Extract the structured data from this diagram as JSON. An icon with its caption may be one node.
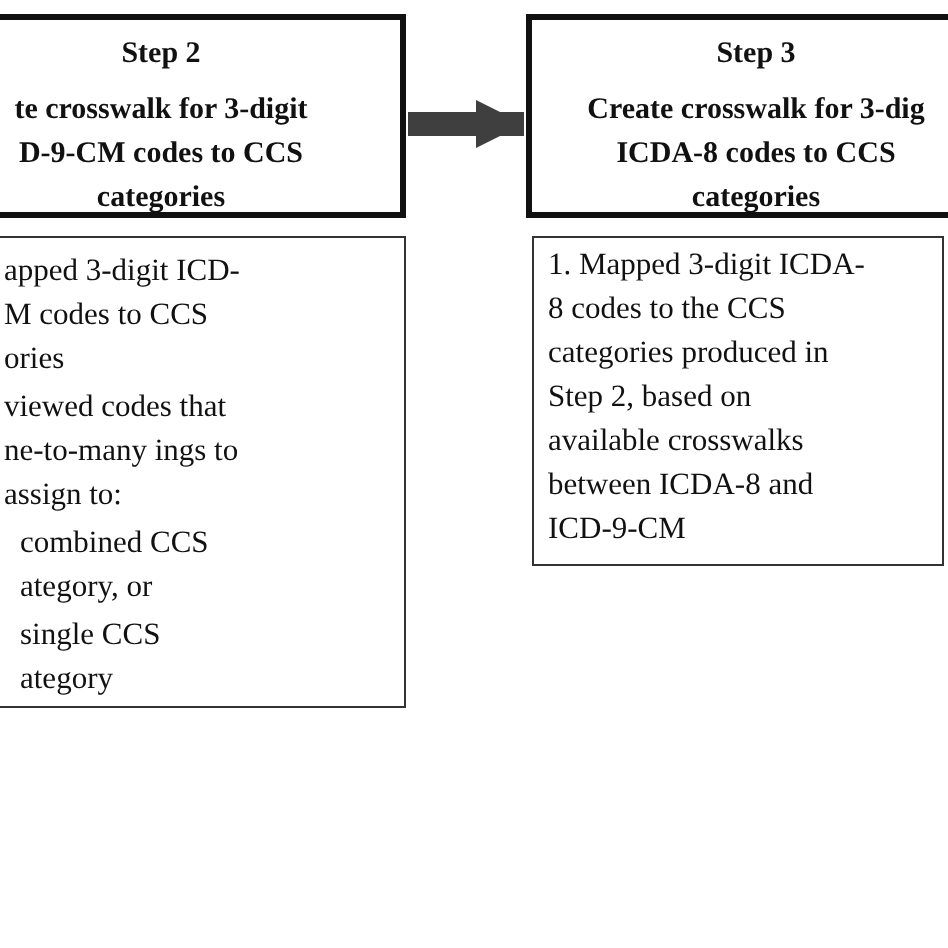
{
  "diagram": {
    "nodes": [
      {
        "text": [
          "Step 2",
          "te crosswalk for 3-digit D-9-CM codes to CCS categories"
        ]
      },
      {
        "text": [
          "apped 3-digit ICD- M codes to CCS ories",
          "viewed codes that ne-to-many ings to assign to:",
          "combined CCS ategory, or",
          "single CCS ategory"
        ]
      },
      {
        "text": [
          "Step 3",
          "Create crosswalk for 3-dig ICDA-8 codes to CCS categories"
        ]
      },
      {
        "text": [
          "1. Mapped 3-digit ICDA-8 codes to the CCS categories produced in Step 2, based on available crosswalks between ICDA-8 and ICD-9-CM"
        ]
      }
    ],
    "edges": [
      {
        "from": 0,
        "to": 2,
        "arrow": "to"
      }
    ]
  }
}
